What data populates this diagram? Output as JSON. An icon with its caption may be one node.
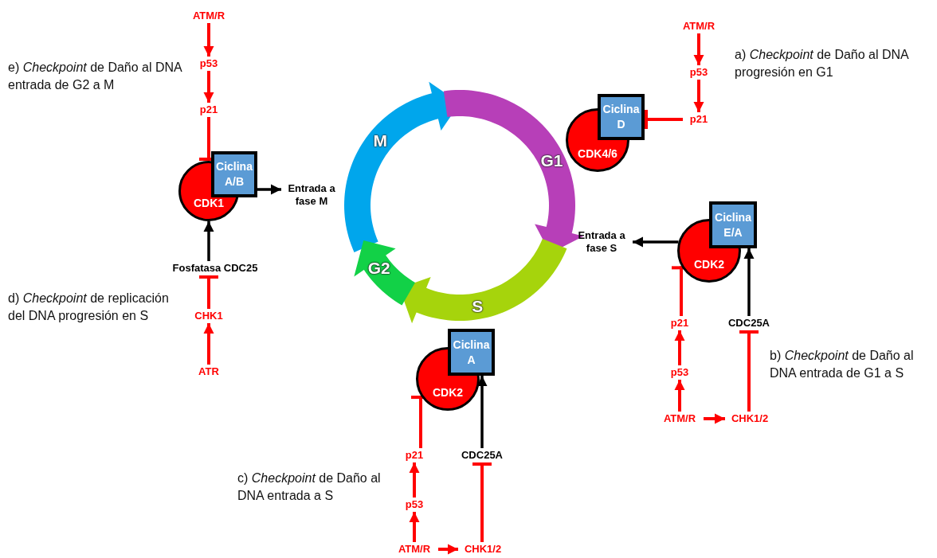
{
  "diagram": {
    "nodes": [
      {
        "text": [
          "ATM/R"
        ]
      },
      {
        "text": [
          "p53"
        ]
      },
      {
        "text": [
          "p21"
        ]
      },
      {
        "text": [
          "CDK1"
        ]
      },
      {
        "text": [
          "Ciclina A/B"
        ]
      },
      {
        "text": [
          "Entrada a fase M"
        ]
      },
      {
        "text": [
          "Fosfatasa CDC25"
        ]
      },
      {
        "text": [
          "CHK1"
        ]
      },
      {
        "text": [
          "ATR"
        ]
      },
      {
        "text": [
          "M"
        ]
      },
      {
        "text": [
          "G1"
        ]
      },
      {
        "text": [
          "S"
        ]
      },
      {
        "text": [
          "G2"
        ]
      },
      {
        "text": [
          "ATM/R"
        ]
      },
      {
        "text": [
          "p53"
        ]
      },
      {
        "text": [
          "p21"
        ]
      },
      {
        "text": [
          "CDK4/6"
        ]
      },
      {
        "text": [
          "Ciclina D"
        ]
      },
      {
        "text": [
          "Entrada a fase S"
        ]
      },
      {
        "text": [
          "CDK2"
        ]
      },
      {
        "text": [
          "Ciclina E/A"
        ]
      },
      {
        "text": [
          "p21"
        ]
      },
      {
        "text": [
          "CDC25A"
        ]
      },
      {
        "text": [
          "p53"
        ]
      },
      {
        "text": [
          "ATM/R"
        ]
      },
      {
        "text": [
          "CHK1/2"
        ]
      },
      {
        "text": [
          "CDK2"
        ]
      },
      {
        "text": [
          "Ciclina A"
        ]
      },
      {
        "text": [
          "p21"
        ]
      },
      {
        "text": [
          "CDC25A"
        ]
      },
      {
        "text": [
          "p53"
        ]
      },
      {
        "text": [
          "ATM/R"
        ]
      },
      {
        "text": [
          "CHK1/2"
        ]
      }
    ],
    "edges": [
      {
        "from": 0,
        "to": 1,
        "arrow": "to"
      },
      {
        "from": 1,
        "to": 2,
        "arrow": "to"
      },
      {
        "from": 2,
        "to": 3,
        "arrow": "other"
      },
      {
        "from": 4,
        "to": 5,
        "arrow": "to",
        "color": "#000000"
      },
      {
        "from": 6,
        "to": 3,
        "arrow": "to",
        "color": "#000000"
      },
      {
        "from": 7,
        "to": 6,
        "arrow": "other"
      },
      {
        "from": 8,
        "to": 7,
        "arrow": "to"
      },
      {
        "from": 13,
        "to": 14,
        "arrow": "to"
      },
      {
        "from": 14,
        "to": 15,
        "arrow": "to"
      },
      {
        "from": 15,
        "to": 17,
        "arrow": "other"
      },
      {
        "from": 19,
        "to": 18,
        "arrow": "to",
        "color": "#000000"
      },
      {
        "from": 21,
        "to": 19,
        "arrow": "other"
      },
      {
        "from": 22,
        "to": 20,
        "arrow": "to",
        "color": "#000000"
      },
      {
        "from": 23,
        "to": 21,
        "arrow": "to"
      },
      {
        "from": 24,
        "to": 23,
        "arrow": "to"
      },
      {
        "from": 24,
        "to": 25,
        "arrow": "to"
      },
      {
        "from": 25,
        "to": 22,
        "arrow": "other"
      },
      {
        "from": 28,
        "to": 26,
        "arrow": "other"
      },
      {
        "from": 29,
        "to": 27,
        "arrow": "to",
        "color": "#000000"
      },
      {
        "from": 30,
        "to": 28,
        "arrow": "to"
      },
      {
        "from": 31,
        "to": 30,
        "arrow": "to"
      },
      {
        "from": 31,
        "to": 32,
        "arrow": "to"
      },
      {
        "from": 32,
        "to": 29,
        "arrow": "other"
      }
    ],
    "labels": [
      "e) *Checkpoint* de Daño al DNA entrada de G2 a M",
      "a) *Checkpoint* de Daño al DNA progresión en G1",
      "d) *Checkpoint* de replicación del DNA progresión en S",
      "b) *Checkpoint* de Daño al DNA entrada de G1 a S",
      "c) *Checkpoint* de Daño al DNA entrada a S"
    ]
  }
}
